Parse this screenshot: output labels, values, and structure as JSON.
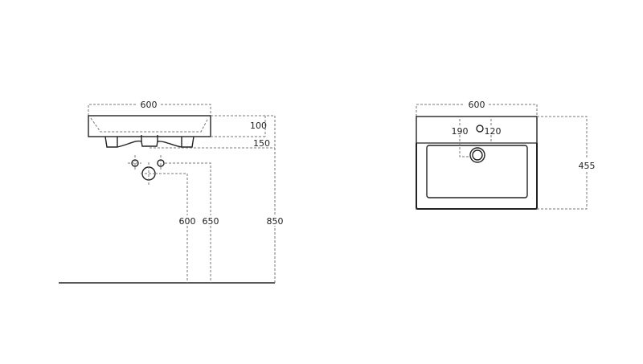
{
  "side_view": {
    "width_label": "600",
    "basin_height_label": "100",
    "overall_height_label": "150",
    "drain_height_label": "600",
    "supply_height_label": "650",
    "top_height_label": "850"
  },
  "top_view": {
    "width_label": "600",
    "tap_left_label": "190",
    "tap_right_label": "120",
    "depth_label": "455"
  }
}
